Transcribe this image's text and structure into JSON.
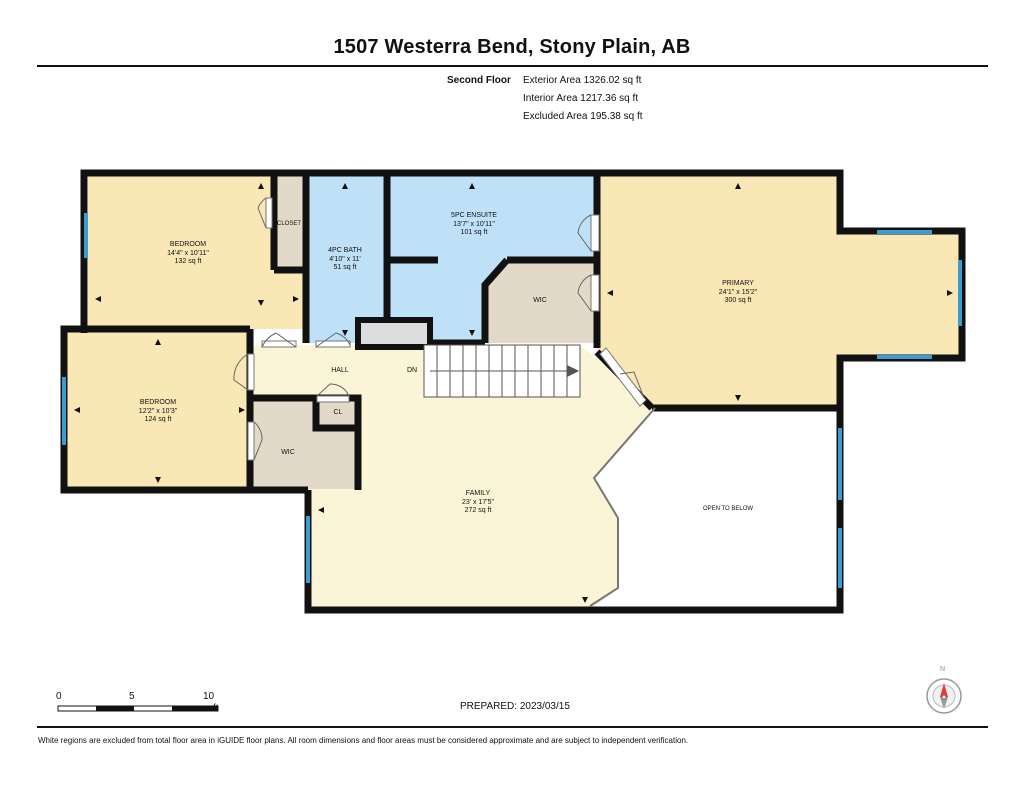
{
  "title": "1507 Westerra Bend, Stony Plain, AB",
  "floor_label": "Second Floor",
  "areas": {
    "exterior": "Exterior Area 1326.02 sq ft",
    "interior": "Interior Area 1217.36 sq ft",
    "excluded": "Excluded Area 195.38 sq ft"
  },
  "rooms": {
    "bedroom1": {
      "name": "BEDROOM",
      "dims": "14'4\" x 10'11\"",
      "area": "132 sq ft"
    },
    "closet": {
      "name": "CLOSET"
    },
    "bath": {
      "name": "4PC BATH",
      "dims": "4'10\" x 11'",
      "area": "51 sq ft"
    },
    "ensuite": {
      "name": "5PC ENSUITE",
      "dims": "13'7\" x 10'11\"",
      "area": "101 sq ft"
    },
    "wic_primary": {
      "name": "WIC"
    },
    "primary": {
      "name": "PRIMARY",
      "dims": "24'1\" x 15'2\"",
      "area": "300 sq ft"
    },
    "hall": {
      "name": "HALL"
    },
    "dn": {
      "name": "DN"
    },
    "bedroom2": {
      "name": "BEDROOM",
      "dims": "12'2\" x 10'3\"",
      "area": "124 sq ft"
    },
    "cl": {
      "name": "CL"
    },
    "wic_bed2": {
      "name": "WIC"
    },
    "family": {
      "name": "FAMILY",
      "dims": "23' x 17'5\"",
      "area": "272 sq ft"
    },
    "open": {
      "name": "OPEN TO BELOW"
    }
  },
  "scale": {
    "t0": "0",
    "t5": "5",
    "t10": "10",
    "unit": "ft"
  },
  "compass": {
    "north": "N"
  },
  "prepared": "PREPARED:  2023/03/15",
  "footer": "White regions are excluded from total floor area in iGUIDE floor plans. All room dimensions and floor areas must be considered approximate and are subject to independent verification.",
  "colors": {
    "bedroom": "#f9e8b6",
    "bath": "#bfe1f7",
    "closet": "#e3d9c9",
    "hall": "#fcf4d7",
    "wall": "#111111",
    "window": "#3c9bd0"
  }
}
